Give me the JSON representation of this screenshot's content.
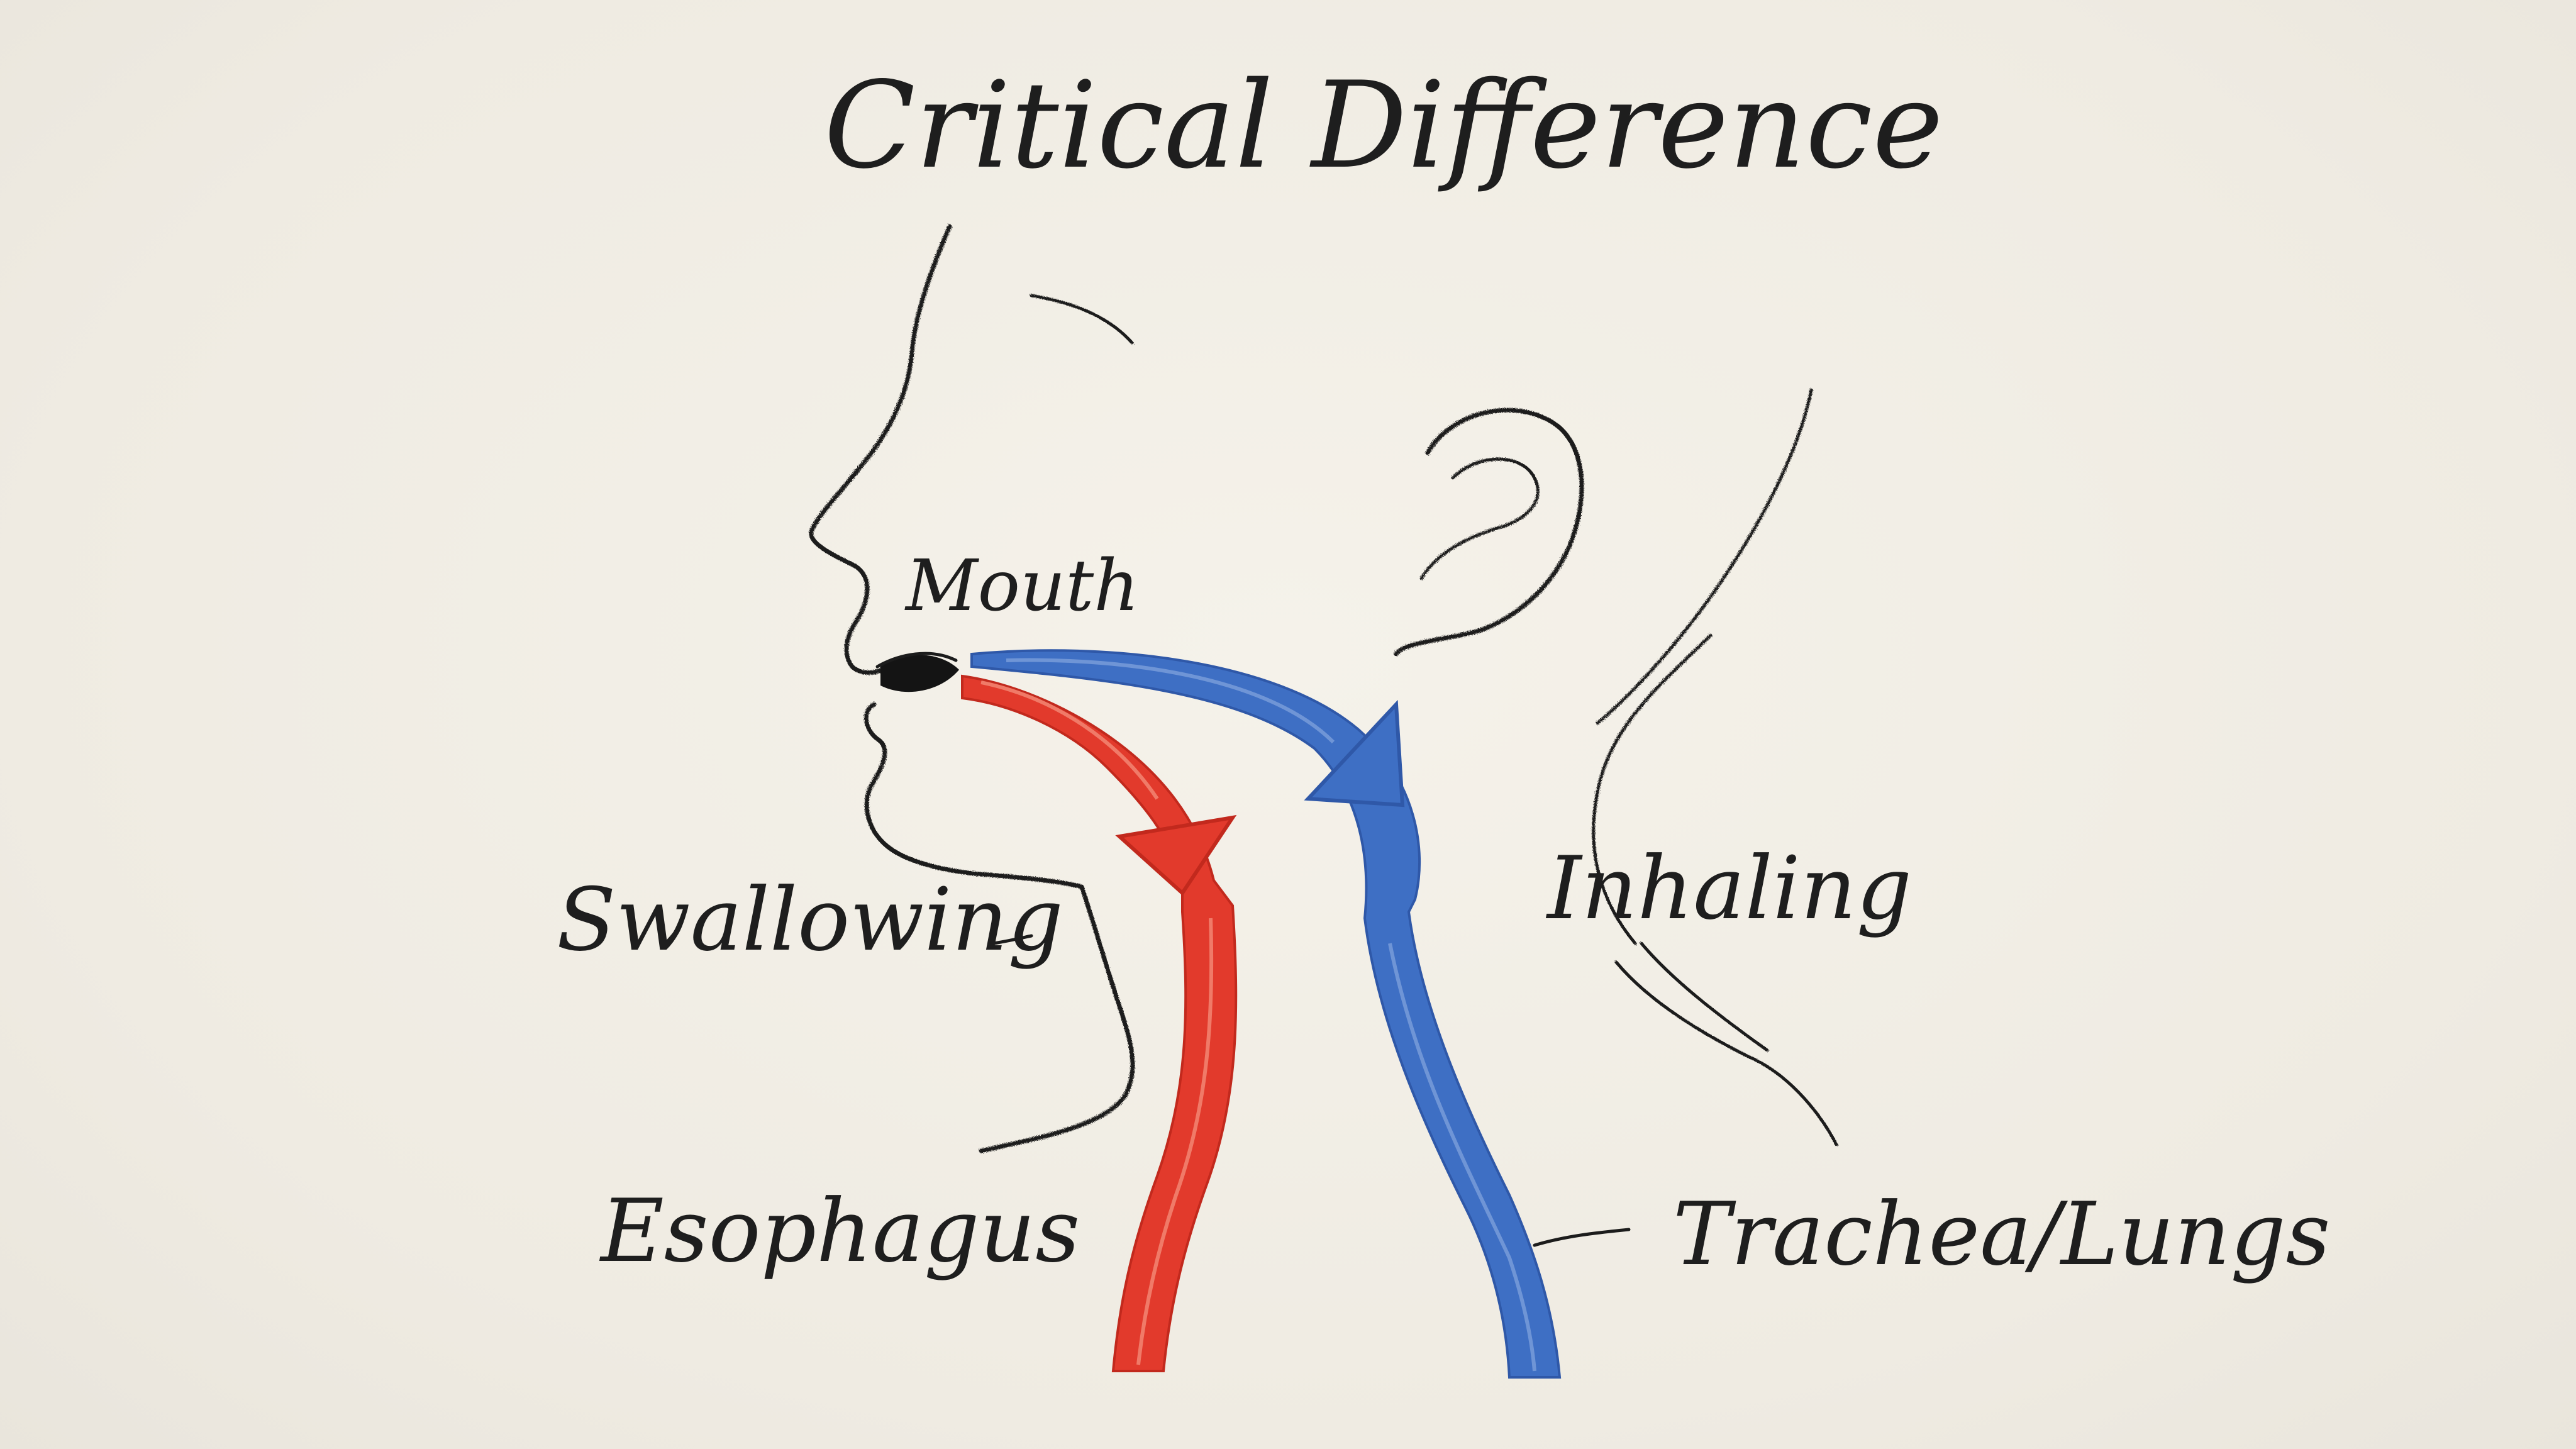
{
  "title": "Critical Difference",
  "labels": {
    "mouth": "Mouth",
    "swallowing": "Swallowing",
    "inhaling": "Inhaling",
    "esophagus": "Esophagus",
    "trachea": "Trachea/Lungs"
  },
  "colors": {
    "background": "#f1eee6",
    "ink": "#1c1c1c",
    "swallow_path": "#e23a2c",
    "inhale_path": "#3e6fc4"
  },
  "paths": [
    {
      "name": "swallowing",
      "from": "Mouth",
      "to": "Esophagus",
      "color": "#e23a2c"
    },
    {
      "name": "inhaling",
      "from": "Mouth",
      "to": "Trachea/Lungs",
      "color": "#3e6fc4"
    }
  ]
}
